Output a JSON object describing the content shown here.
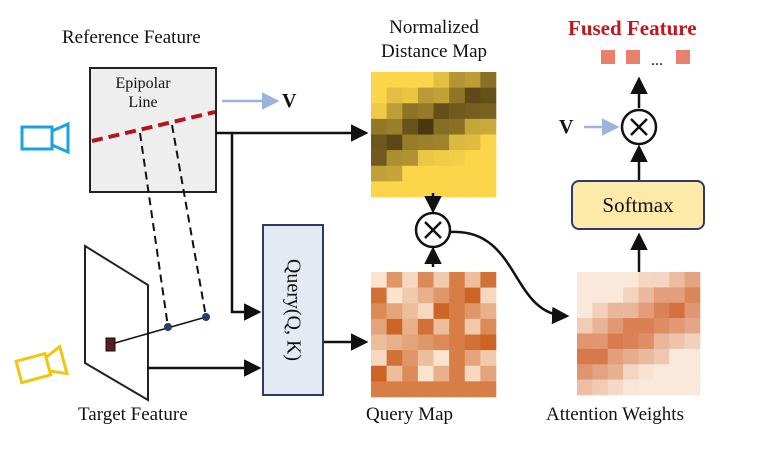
{
  "labels": {
    "reference_feature": "Reference Feature",
    "epipolar_line": "Epipolar Line",
    "normalized_distance_map": "Normalized Distance Map",
    "fused_feature": "Fused Feature",
    "v_top": "V",
    "v_right": "V",
    "softmax": "Softmax",
    "query": "Query(Q, K)",
    "target_feature": "Target Feature",
    "query_map": "Query Map",
    "attention_weights": "Attention Weights",
    "ellipsis": "..."
  },
  "colors": {
    "camera_reference": "#1aa3df",
    "camera_target": "#f2c511",
    "epipolar_line": "#b3151b",
    "fused_blocks": "#e7806d",
    "fused_title": "#c0161c",
    "softmax_fill": "#fde9a8",
    "box_border": "#2f3b66",
    "query_fill": "#e4eaf3",
    "arrow_light": "#9ab4de"
  },
  "icons": [
    "camera-icon",
    "multiply-icon"
  ]
}
